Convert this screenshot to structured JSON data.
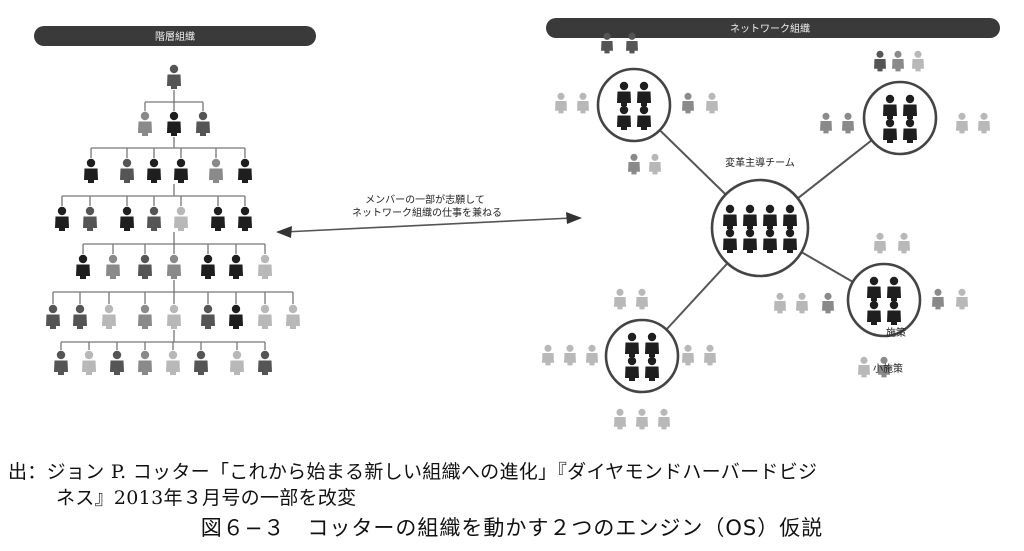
{
  "diagram": {
    "left_panel": {
      "title": "階層組織"
    },
    "right_panel": {
      "title": "ネットワーク組織"
    },
    "arrow_label": {
      "line1": "メンバーの一部が志願して",
      "line2": "ネットワーク組織の仕事を兼ねる"
    },
    "network_labels": {
      "core": "変革主導チーム",
      "initiative": "施策",
      "sub_initiative": "小施策"
    }
  },
  "caption": {
    "source_line1": "出：ジョン P. コッター「これから始まる新しい組織への進化」『ダイヤモンドハーバードビジ",
    "source_line2": "ネス』2013年３月号の一部を改変",
    "figure_title": "図６−３　コッターの組織を動かす２つのエンジン（OS）仮説"
  },
  "colors": {
    "dark": "#1e1e1e",
    "mid": "#555555",
    "light": "#8a8a8a",
    "faint": "#b8b8b8",
    "banner": "#3a3a3a",
    "banner_text": "#f0f0f0"
  },
  "icons": [
    "person-icon"
  ]
}
